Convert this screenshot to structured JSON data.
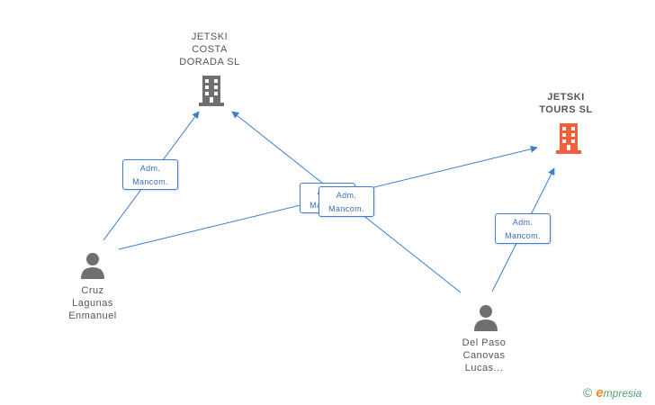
{
  "companies": [
    {
      "id": "c1",
      "name": "JETSKI\nCOSTA\nDORADA SL",
      "color": "#6f6f6f",
      "focus": false
    },
    {
      "id": "c2",
      "name": "JETSKI\nTOURS SL",
      "color": "#f0603a",
      "focus": true
    }
  ],
  "persons": [
    {
      "id": "p1",
      "name": "Cruz\nLagunas\nEnmanuel"
    },
    {
      "id": "p2",
      "name": "Del Paso\nCanovas\nLucas..."
    }
  ],
  "edges": [
    {
      "from": "p1",
      "to": "c1",
      "label_line1": "Adm.",
      "label_line2": "Mancom."
    },
    {
      "from": "p1",
      "to": "c2",
      "label_line1": "Adm.",
      "label_line2": "Mancom."
    },
    {
      "from": "p2",
      "to": "c1",
      "label_line1": "Adm.",
      "label_line2": "Mancom."
    },
    {
      "from": "p2",
      "to": "c2",
      "label_line1": "Adm.",
      "label_line2": "Mancom."
    }
  ],
  "colors": {
    "edge": "#3a7fd0",
    "person": "#707070"
  },
  "brand": {
    "copyright": "©",
    "first_letter": "e",
    "rest": "mpresia"
  }
}
